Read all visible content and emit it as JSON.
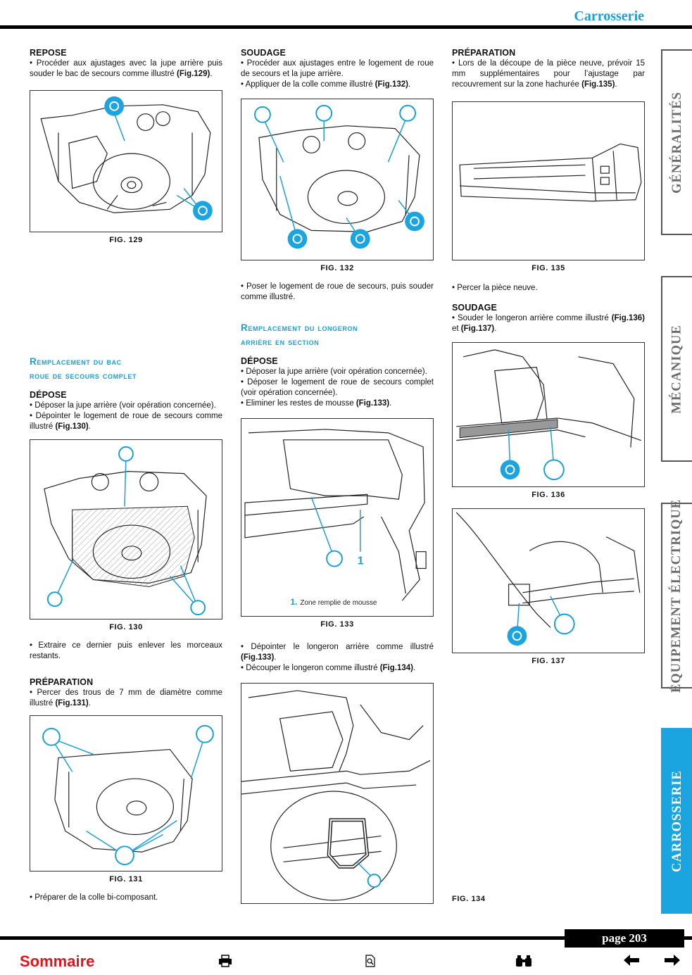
{
  "header": {
    "section": "Carrosserie"
  },
  "col1": {
    "repose": {
      "title": "REPOSE",
      "text": "• Procéder aux ajustages avec la jupe arrière puis souder le bac de secours comme illustré ",
      "ref": "(Fig.129)",
      "end": "."
    },
    "fig129": "FIG. 129",
    "section": {
      "line1": "Remplacement du bac",
      "line2": "roue de secours complet"
    },
    "depose": {
      "title": "DÉPOSE",
      "l1": "• Déposer la jupe arrière (voir opération concernée).",
      "l2a": "• Dépointer le logement de roue de secours comme illustré ",
      "l2ref": "(Fig.130)",
      "l2end": "."
    },
    "fig130": "FIG. 130",
    "extraire": "• Extraire ce dernier puis enlever les morceaux restants.",
    "preparation": {
      "title": "PRÉPARATION",
      "text": "• Percer des trous de 7 mm de diamètre comme illustré ",
      "ref": "(Fig.131)",
      "end": "."
    },
    "fig131": "FIG. 131",
    "colle": "• Préparer de la colle bi-composant."
  },
  "col2": {
    "soudage": {
      "title": "SOUDAGE",
      "l1": "• Procéder aux ajustages entre le logement de roue de secours et la jupe arrière.",
      "l2a": "• Appliquer de la colle comme illustré ",
      "l2ref": "(Fig.132)",
      "l2end": "."
    },
    "fig132": "FIG. 132",
    "poser": "• Poser le logement de roue de secours, puis souder comme illustré.",
    "section": {
      "line1": "Remplacement du longeron",
      "line2": "arrière en section"
    },
    "depose": {
      "title": "DÉPOSE",
      "l1": "• Déposer la jupe arrière (voir opération concernée).",
      "l2": "• Déposer le logement de roue de secours complet (voir opération concernée).",
      "l3a": "• Eliminer les restes de mousse ",
      "l3ref": "(Fig.133)",
      "l3end": "."
    },
    "fig133_callout": "1",
    "fig133_legend_num": "1.",
    "fig133_legend": "Zone remplie de mousse",
    "fig133": "FIG. 133",
    "depointer": {
      "a": "• Dépointer le longeron arrière comme illustré ",
      "ref": "(Fig.133)",
      "end": "."
    },
    "decouper": {
      "a": "• Découper le longeron comme illustré ",
      "ref": "(Fig.134)",
      "end": "."
    }
  },
  "col3": {
    "preparation": {
      "title": "PRÉPARATION",
      "text": "• Lors de la découpe de la pièce neuve, prévoir 15 mm supplémentaires pour l’ajustage par recouvrement sur la zone hachurée ",
      "ref": "(Fig.135)",
      "end": "."
    },
    "fig135": "FIG. 135",
    "percer": "• Percer la pièce neuve.",
    "soudage": {
      "title": "SOUDAGE",
      "text": "• Souder le longeron arrière comme illustré ",
      "ref1": "(Fig.136)",
      "mid": " et ",
      "ref2": "(Fig.137)",
      "end": "."
    },
    "fig136": "FIG. 136",
    "fig137": "FIG. 137",
    "fig134": "FIG. 134"
  },
  "tabs": [
    {
      "label": "GÉNÉRALITÉS",
      "active": false
    },
    {
      "label": "MÉCANIQUE",
      "active": false
    },
    {
      "label": "ÉQUIPEMENT ÉLECTRIQUE",
      "active": false
    },
    {
      "label": "CARROSSERIE",
      "active": true
    }
  ],
  "footer": {
    "page": "page 203",
    "sommaire": "Sommaire",
    "icons": [
      "print-icon",
      "zoom-page-icon",
      "binoculars-icon",
      "arrow-left-icon",
      "arrow-right-icon"
    ]
  },
  "colors": {
    "accent": "#1aa4e0",
    "sommaire": "#e4141b"
  }
}
